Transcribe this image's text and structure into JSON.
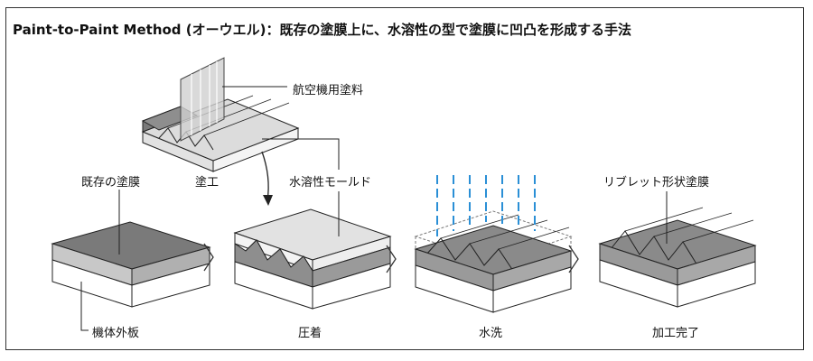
{
  "title": "Paint-to-Paint Method (オーウエル)：既存の塗膜上に、水溶性の型で塗膜に凹凸を形成する手法",
  "labels": {
    "aviation_paint": "航空機用塗料",
    "existing_coating": "既存の塗膜",
    "coating": "塗工",
    "water_soluble_mold": "水溶性モールド",
    "riblet_coating": "リブレット形状塗膜",
    "fuselage_skin": "機体外板",
    "pressing": "圧着",
    "water_wash": "水洗",
    "complete": "加工完了"
  },
  "colors": {
    "dark_gray": "#7a7a7a",
    "mid_gray": "#b8b8b8",
    "light_gray": "#e2e2e2",
    "white": "#ffffff",
    "outline": "#222222",
    "water_blue": "#2a8fd6"
  }
}
